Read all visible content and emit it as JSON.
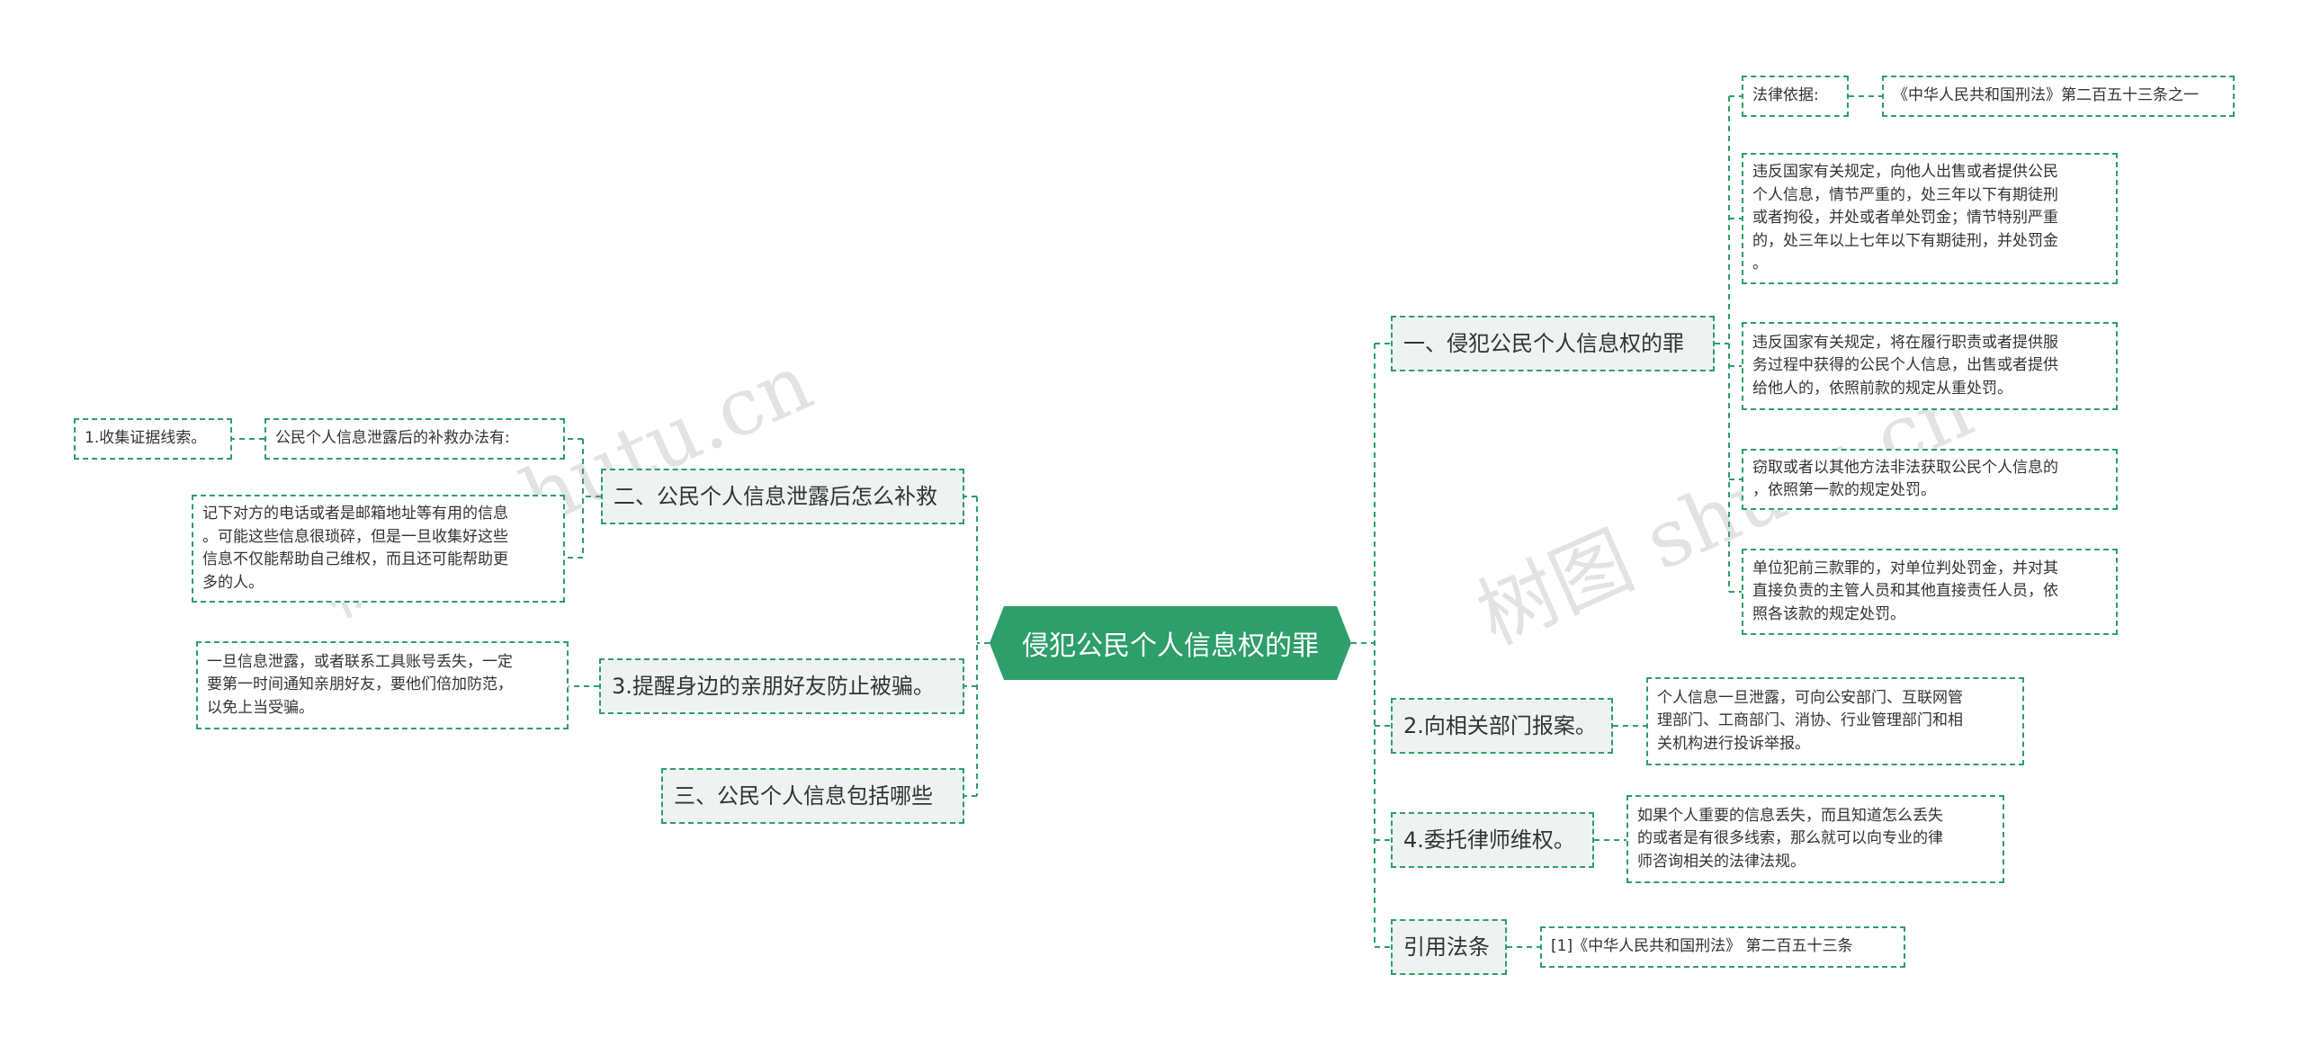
{
  "root": {
    "label": "侵犯公民个人信息权的罪"
  },
  "left": {
    "branch_remedy": {
      "label": "二、公民个人信息泄露后怎么补救",
      "subheading": "公民个人信息泄露后的补救办法有:",
      "step1": "1.收集证据线索。",
      "detail": "记下对方的电话或者是邮箱地址等有用的信息\n。可能这些信息很琐碎，但是一旦收集好这些\n信息不仅能帮助自己维权，而且还可能帮助更\n多的人。"
    },
    "branch_remind": {
      "label": "3.提醒身边的亲朋好友防止被骗。",
      "detail": "一旦信息泄露，或者联系工具账号丢失，一定\n要第一时间通知亲朋好友，要他们倍加防范，\n以免上当受骗。"
    },
    "branch_info": {
      "label": "三、公民个人信息包括哪些"
    }
  },
  "right": {
    "branch_crime": {
      "label": "一、侵犯公民个人信息权的罪",
      "legal_basis_label": "法律依据:",
      "legal_basis_ref": "《中华人民共和国刑法》第二百五十三条之一",
      "clause1": "违反国家有关规定，向他人出售或者提供公民\n个人信息，情节严重的，处三年以下有期徒刑\n或者拘役，并处或者单处罚金；情节特别严重\n的，处三年以上七年以下有期徒刑，并处罚金\n。",
      "clause2": "违反国家有关规定，将在履行职责或者提供服\n务过程中获得的公民个人信息，出售或者提供\n给他人的，依照前款的规定从重处罚。",
      "clause3": "窃取或者以其他方法非法获取公民个人信息的\n，依照第一款的规定处罚。",
      "clause4": "单位犯前三款罪的，对单位判处罚金，并对其\n直接负责的主管人员和其他直接责任人员，依\n照各该款的规定处罚。"
    },
    "branch_report": {
      "label": "2.向相关部门报案。",
      "detail": "个人信息一旦泄露，可向公安部门、互联网管\n理部门、工商部门、消协、行业管理部门和相\n关机构进行投诉举报。"
    },
    "branch_lawyer": {
      "label": "4.委托律师维权。",
      "detail": "如果个人重要的信息丢失，而且知道怎么丢失\n的或者是有很多线索，那么就可以向专业的律\n师咨询相关的法律法规。"
    },
    "branch_cite": {
      "label": "引用法条",
      "detail": "[1]《中华人民共和国刑法》 第二百五十三条"
    }
  },
  "watermarks": [
    "树图 shutu.cn",
    "树图 shutu.cn"
  ],
  "colors": {
    "accent": "#2e9e6a",
    "branch_bg": "#eef3f2",
    "text": "#333333"
  }
}
